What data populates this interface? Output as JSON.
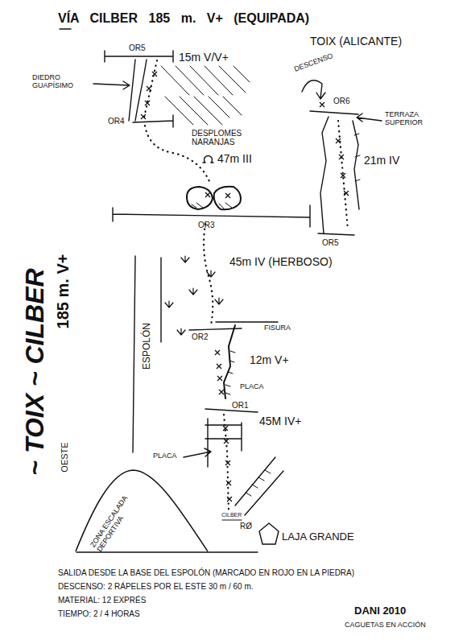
{
  "diagram": {
    "title": "VÍA CILBER 185 m. V+ (EQUIPADA)",
    "nodes": [
      {
        "text": [
          "ZONA ESCALADA DEPORTIVA"
        ]
      }
    ],
    "labels": [
      "TOIX (ALICANTE)",
      "OR5",
      "15m V/V+",
      "DIEDRO GUAPÍSIMO",
      "DESCENSO",
      "OR6",
      "TERRAZA SUPERIOR",
      "OR4",
      "DESPLOMES NARANJAS",
      "47m III",
      "21m IV",
      "OR3",
      "OR5",
      "45m IV (HERBOSO)",
      "OR2",
      "FISURA",
      "12m V+",
      "PLACA",
      "ESPOLÓN",
      "OR1",
      "45M IV+",
      "PLACA",
      "CILBER",
      "RØ",
      "LAJA GRANDE",
      "~ TOIX ~ CILBER",
      "185 m. V+",
      "OESTE",
      "SALIDA DESDE LA BASE DEL ESPOLÓN (MARCADO EN ROJO EN LA PIEDRA)",
      "DESCENSO: 2 RÁPELES POR EL ESTE 30 m / 60 m.",
      "MATERIAL: 12 EXPRÉS",
      "TIEMPO: 2 / 4 HORAS",
      "DANI 2010",
      "CAGUETAS EN ACCIÓN"
    ]
  }
}
